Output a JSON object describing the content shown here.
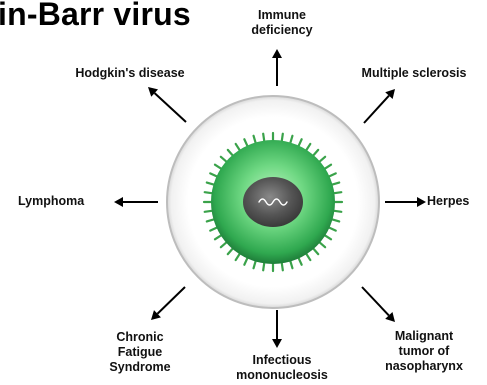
{
  "title": "in-Barr virus",
  "labels": {
    "top": "Immune\ndeficiency",
    "top_right": "Multiple sclerosis",
    "right": "Herpes",
    "bottom_right": "Malignant\ntumor of\nnasopharynx",
    "bottom": "Infectious\nmononucleosis",
    "bottom_left": "Chronic\nFatigue\nSyndrome",
    "left": "Lymphoma",
    "top_left": "Hodgkin's disease"
  },
  "colors": {
    "virus_green": "#2fa84f",
    "spike_green": "#3aa24a",
    "core_gray": "#555555",
    "ring_gray": "#bdbdbd",
    "text": "#111111"
  }
}
